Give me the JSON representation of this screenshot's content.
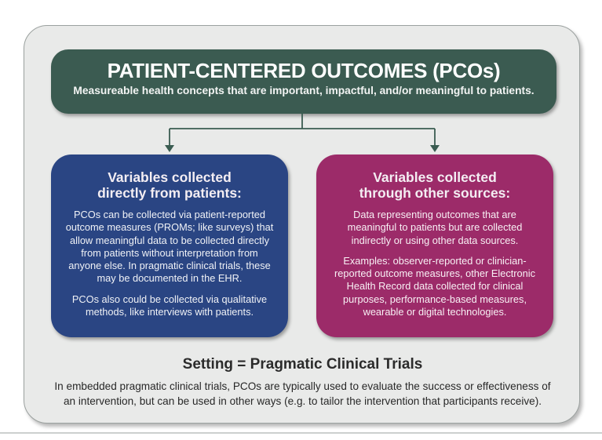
{
  "header": {
    "title": "PATIENT-CENTERED OUTCOMES (PCOs)",
    "subtitle": "Measureable health concepts that are important, impactful, and/or meaningful to patients.",
    "bg_color": "#3b5b51"
  },
  "left_box": {
    "heading_lines": [
      "Variables collected",
      "directly from patients:"
    ],
    "paragraphs": [
      "PCOs can be collected via patient-reported outcome measures (PROMs; like surveys) that allow meaningful data to be collected directly from patients without interpretation from anyone else. In pragmatic clinical trials, these may be documented in the EHR.",
      "PCOs also could be collected via qualitative methods, like interviews with patients."
    ],
    "bg_color": "#2a4583"
  },
  "right_box": {
    "heading_lines": [
      "Variables collected",
      "through other sources:"
    ],
    "paragraphs": [
      "Data representing outcomes that are meaningful to patients but are collected indirectly or using other data sources.",
      "Examples: observer-reported or clinician-reported outcome measures, other Electronic Health Record data collected for clinical purposes, performance-based measures, wearable or digital technologies."
    ],
    "bg_color": "#9c2b69"
  },
  "footer": {
    "heading": "Setting = Pragmatic Clinical Trials",
    "body": "In embedded pragmatic clinical trials, PCOs are typically used to evaluate the success or effectiveness of an intervention, but can be used in other ways (e.g. to tailor the intervention that participants receive)."
  },
  "colors": {
    "card_bg": "#e9eae9",
    "card_border": "#9ba19f",
    "header_green": "#3b5b51",
    "box_blue": "#2a4583",
    "box_magenta": "#9c2b69",
    "connector_green": "#3a5c51",
    "footer_text": "#2b2b2b"
  }
}
